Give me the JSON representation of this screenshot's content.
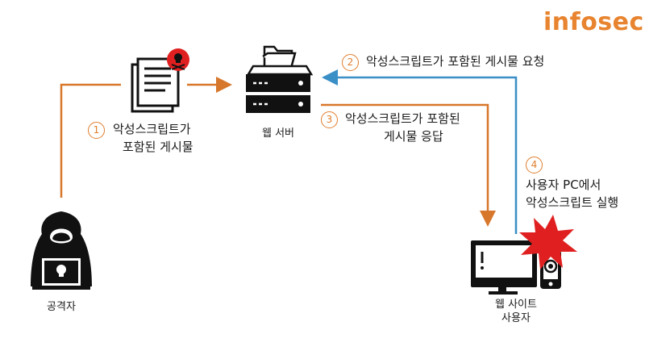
{
  "brand": {
    "name": "infosec",
    "color": "#e8842f"
  },
  "colors": {
    "attack_arrow": "#d7772b",
    "request_arrow": "#3a8fc6",
    "icon": "#111111",
    "danger": "#e02020"
  },
  "nodes": {
    "attacker": {
      "label": "공격자",
      "icon": "hooded-hacker-icon"
    },
    "document": {
      "icon": "malicious-document-icon"
    },
    "server": {
      "label": "웹 서버",
      "icon": "web-server-icon"
    },
    "victim": {
      "label_line1": "웹 사이트",
      "label_line2": "사용자",
      "icon": "user-pc-icon"
    }
  },
  "steps": [
    {
      "num": "1",
      "line1": "악성스크립트가",
      "line2": "포함된 게시물"
    },
    {
      "num": "2",
      "line1": "악성스크립트가 포함된 게시물 요청"
    },
    {
      "num": "3",
      "line1": "악성스크립트가 포함된",
      "line2": "게시물 응답"
    },
    {
      "num": "4",
      "line1": "사용자 PC에서",
      "line2": "악성스크립트 실행"
    }
  ]
}
